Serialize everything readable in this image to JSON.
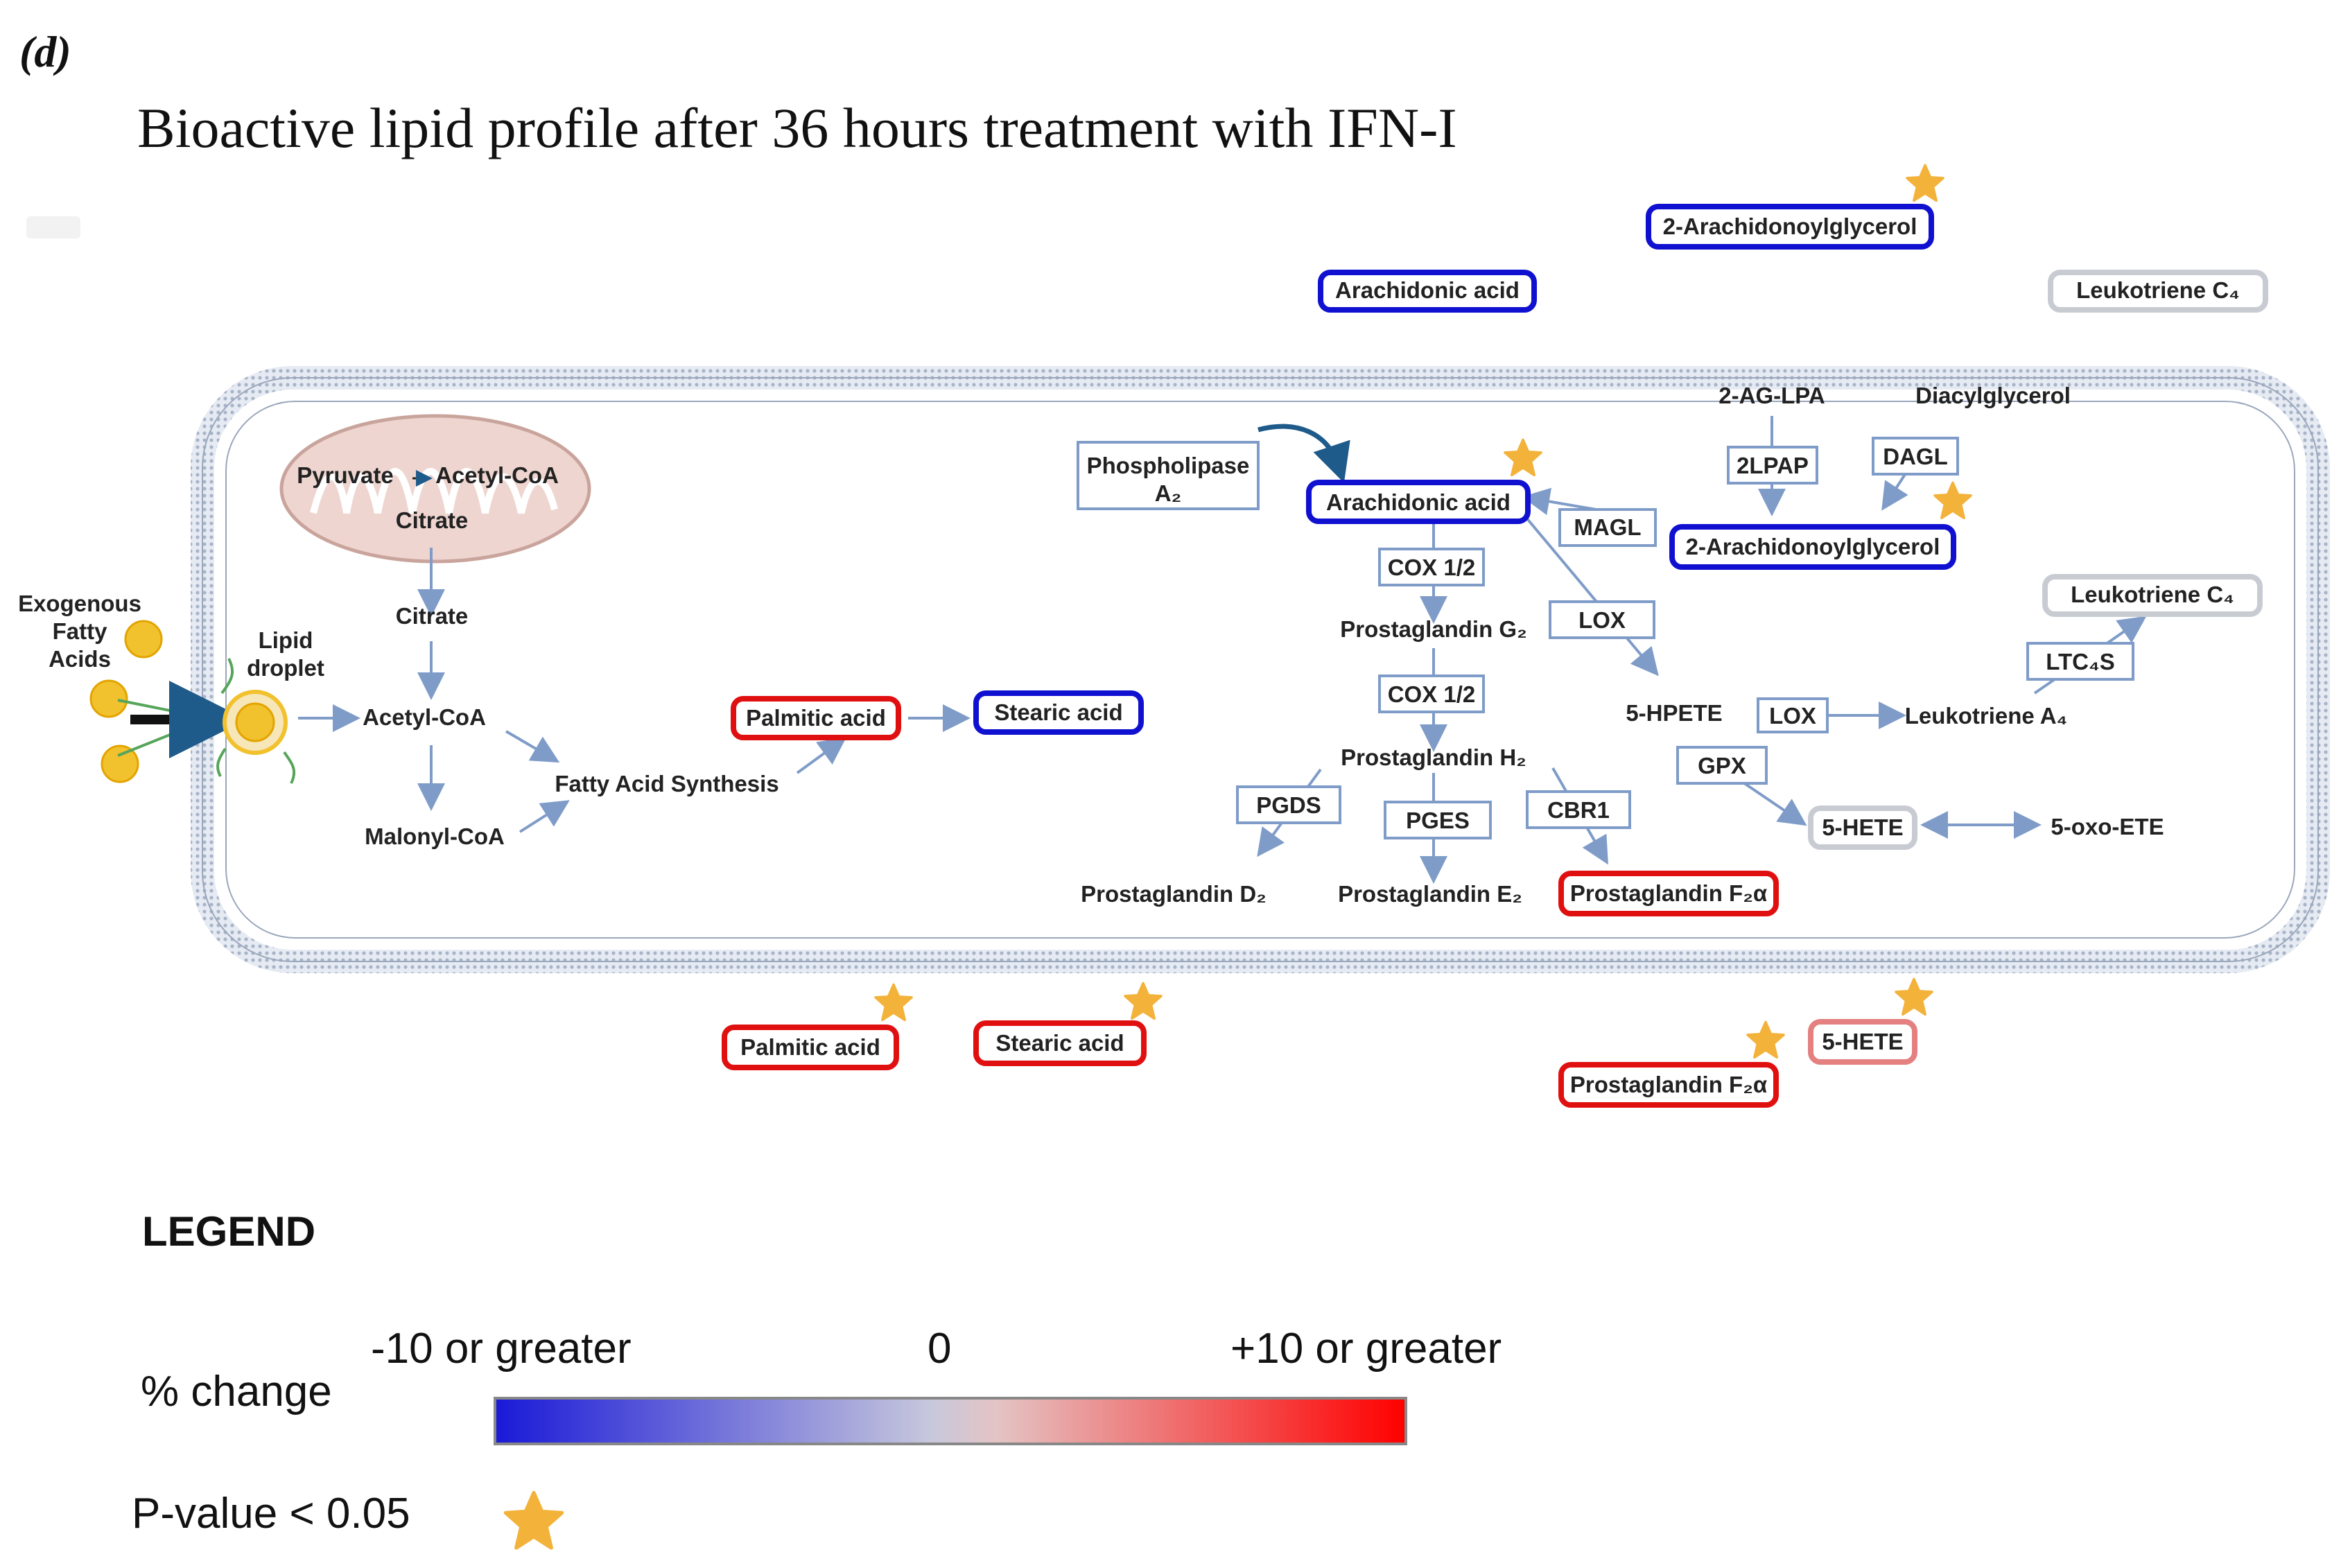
{
  "figure": {
    "panel_label": "(d)",
    "title": "Bioactive lipid profile after 36 hours treatment with IFN-I"
  },
  "colors": {
    "decrease": "#1010d0",
    "increase": "#e01010",
    "light_increase": "#e58080",
    "neutral": "#c8ccd2",
    "enzyme_border": "#7f9cc8",
    "star": "#f3b23a"
  },
  "outside_top": {
    "arachidonic_acid": "Arachidonic acid",
    "two_ag": "2-Arachidonoylglycerol",
    "leukotriene_c4": "Leukotriene C₄"
  },
  "pathway": {
    "exogenous_fatty_acids": [
      "Exogenous",
      "Fatty",
      "Acids"
    ],
    "lipid_droplet": [
      "Lipid",
      "droplet"
    ],
    "pyruvate": "Pyruvate",
    "acetyl_coa_mito": "Acetyl-CoA",
    "citrate_mito": "Citrate",
    "citrate": "Citrate",
    "acetyl_coa": "Acetyl-CoA",
    "malonyl_coa": "Malonyl-CoA",
    "fatty_acid_synthesis": "Fatty Acid Synthesis",
    "palmitic_acid": "Palmitic acid",
    "stearic_acid": "Stearic acid",
    "phospholipase": [
      "Phospholipase",
      "A₂"
    ],
    "arachidonic_acid": "Arachidonic acid",
    "two_ag_lpa": "2-AG-LPA",
    "diacylglycerol": "Diacylglycerol",
    "two_lpap": "2LPAP",
    "dagl": "DAGL",
    "magl": "MAGL",
    "two_ag": "2-Arachidonoylglycerol",
    "cox_a": "COX 1/2",
    "prostaglandin_g2": "Prostaglandin G₂",
    "lox_a": "LOX",
    "cox_b": "COX 1/2",
    "leukotriene_c4": "Leukotriene C₄",
    "ltc4s": "LTC₄S",
    "five_hpete": "5-HPETE",
    "lox_b": "LOX",
    "leukotriene_a4": "Leukotriene A₄",
    "prostaglandin_h2": "Prostaglandin H₂",
    "gpx": "GPX",
    "pgds": "PGDS",
    "pges": "PGES",
    "cbr1": "CBR1",
    "five_hete": "5-HETE",
    "five_oxo_ete": "5-oxo-ETE",
    "prostaglandin_d2": "Prostaglandin D₂",
    "prostaglandin_e2": "Prostaglandin E₂",
    "prostaglandin_f2a": "Prostaglandin F₂α"
  },
  "outside_bottom": {
    "palmitic_acid": "Palmitic acid",
    "stearic_acid": "Stearic acid",
    "five_hete": "5-HETE",
    "prostaglandin_f2a": "Prostaglandin F₂α"
  },
  "legend": {
    "title": "LEGEND",
    "pct_label": "% change",
    "scale_min": "-10 or greater",
    "scale_mid": "0",
    "scale_max": "+10 or greater",
    "pvalue_label": "P-value < 0.05"
  }
}
